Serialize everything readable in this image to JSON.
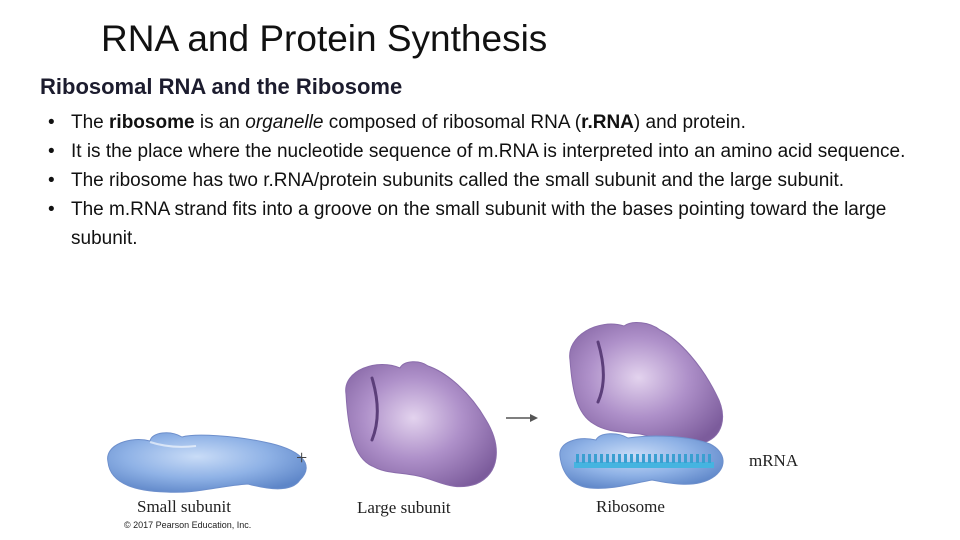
{
  "slide": {
    "title": "RNA and Protein Synthesis",
    "subtitle": "Ribosomal RNA and the Ribosome"
  },
  "bullets": [
    {
      "parts": [
        {
          "text": "The ",
          "style": "normal"
        },
        {
          "text": "ribosome",
          "style": "bold"
        },
        {
          "text": " is an ",
          "style": "normal"
        },
        {
          "text": "organelle",
          "style": "italic"
        },
        {
          "text": " composed of ribosomal RNA (",
          "style": "normal"
        },
        {
          "text": "r.RNA",
          "style": "bold"
        },
        {
          "text": ") and protein.",
          "style": "normal"
        }
      ]
    },
    {
      "parts": [
        {
          "text": "It is the place where the nucleotide sequence of m.RNA is interpreted into an amino acid sequence.",
          "style": "normal"
        }
      ]
    },
    {
      "parts": [
        {
          "text": "The ribosome has two r.RNA/protein subunits called the small subunit and the large subunit.",
          "style": "normal"
        }
      ]
    },
    {
      "parts": [
        {
          "text": "The m.RNA strand fits into a groove on the small subunit with the bases pointing toward the large subunit.",
          "style": "normal"
        }
      ]
    }
  ],
  "figure": {
    "labels": {
      "small_subunit": "Small subunit",
      "large_subunit": "Large subunit",
      "ribosome": "Ribosome",
      "mrna": "mRNA",
      "plus": "+"
    },
    "copyright": "© 2017 Pearson Education, Inc.",
    "colors": {
      "small_subunit": "#8fb2e6",
      "large_subunit": "#a889c2",
      "mrna_strand": "#45b4e0",
      "arrow": "#555555"
    }
  }
}
